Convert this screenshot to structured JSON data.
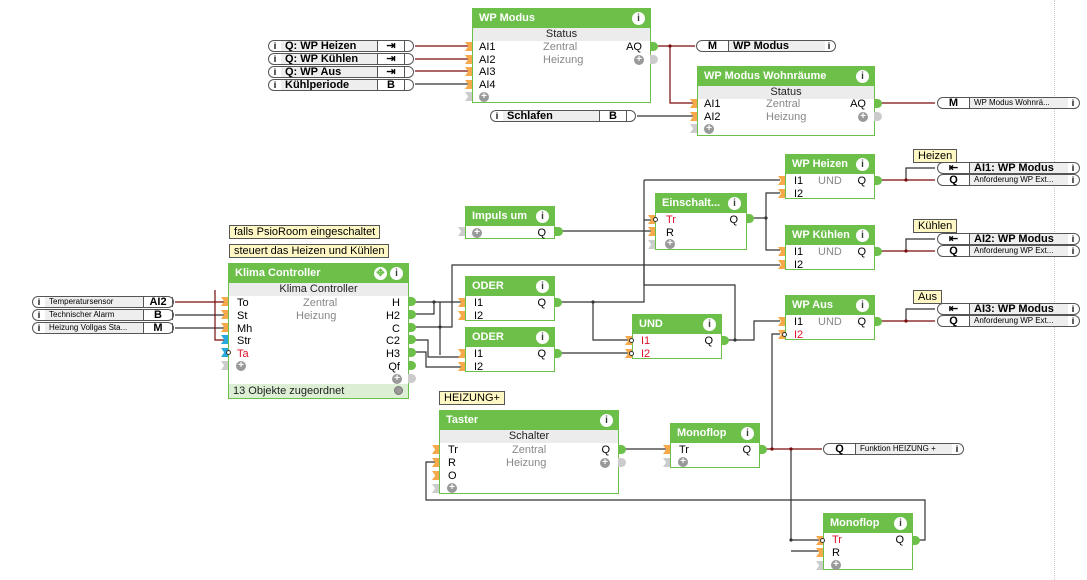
{
  "blocks": {
    "wp_modus": {
      "title": "WP Modus",
      "subtitle": "Status",
      "inputs": [
        "AI1",
        "AI2",
        "AI3",
        "AI4"
      ],
      "mid": [
        "Zentral",
        "Heizung"
      ],
      "output": "AQ"
    },
    "wp_modus_wohn": {
      "title": "WP Modus Wohnräume",
      "subtitle": "Status",
      "inputs": [
        "AI1",
        "AI2"
      ],
      "mid": [
        "Zentral",
        "Heizung"
      ],
      "output": "AQ"
    },
    "klima": {
      "title": "Klima Controller",
      "subtitle": "Klima Controller",
      "inputs": [
        "To",
        "St",
        "Mh",
        "Str",
        "Ta"
      ],
      "mid": [
        "Zentral",
        "Heizung"
      ],
      "outputs": [
        "H",
        "H2",
        "C",
        "C2",
        "H3",
        "Qf"
      ],
      "footer": "13 Objekte zugeordnet"
    },
    "impuls": {
      "title": "Impuls um",
      "output": "Q"
    },
    "einschalt": {
      "title": "Einschalt...",
      "inputs": [
        "Tr",
        "R"
      ],
      "output": "Q"
    },
    "wp_heizen": {
      "title": "WP Heizen",
      "inputs": [
        "I1",
        "I2"
      ],
      "mid": "UND",
      "output": "Q"
    },
    "wp_kuehlen": {
      "title": "WP Kühlen",
      "inputs": [
        "I1",
        "I2"
      ],
      "mid": "UND",
      "output": "Q"
    },
    "wp_aus": {
      "title": "WP Aus",
      "inputs": [
        "I1",
        "I2"
      ],
      "mid": "UND",
      "output": "Q"
    },
    "oder1": {
      "title": "ODER",
      "inputs": [
        "I1",
        "I2"
      ],
      "output": "Q"
    },
    "oder2": {
      "title": "ODER",
      "inputs": [
        "I1",
        "I2"
      ],
      "output": "Q"
    },
    "und": {
      "title": "UND",
      "inputs": [
        "I1",
        "I2"
      ],
      "output": "Q"
    },
    "taster": {
      "title": "Taster",
      "subtitle": "Schalter",
      "inputs": [
        "Tr",
        "R",
        "O"
      ],
      "mid": [
        "Zentral",
        "Heizung"
      ],
      "output": "Q"
    },
    "monoflop1": {
      "title": "Monoflop",
      "inputs": [
        "Tr"
      ],
      "output": "Q"
    },
    "monoflop2": {
      "title": "Monoflop",
      "inputs": [
        "Tr",
        "R"
      ],
      "output": "Q"
    }
  },
  "io_objects": {
    "q_wp_heizen": {
      "label": "Q: WP Heizen",
      "type": "⇥"
    },
    "q_wp_kuehlen": {
      "label": "Q: WP Kühlen",
      "type": "⇥"
    },
    "q_wp_aus": {
      "label": "Q: WP Aus",
      "type": "⇥"
    },
    "kuehlperiode": {
      "label": "Kühlperiode",
      "type": "B"
    },
    "schlafen": {
      "label": "Schlafen",
      "type": "B"
    },
    "out_wp_modus": {
      "label": "WP Modus",
      "type": "M"
    },
    "out_wp_modus_wohn": {
      "label": "WP Modus Wohnrä...",
      "type": "M"
    },
    "temperatursensor": {
      "label": "Temperatursensor",
      "type": "AI2"
    },
    "techn_alarm": {
      "label": "Technischer Alarm",
      "type": "B"
    },
    "heizung_vollgas": {
      "label": "Heizung Vollgas Sta...",
      "type": "M"
    },
    "ai1_wp_modus": {
      "label": "AI1: WP Modus",
      "type": "⇤"
    },
    "anf_heizen": {
      "label": "Anforderung WP Ext...",
      "type": "Q"
    },
    "ai2_wp_modus": {
      "label": "AI2: WP Modus",
      "type": "⇤"
    },
    "anf_kuehlen": {
      "label": "Anforderung WP Ext...",
      "type": "Q"
    },
    "ai3_wp_modus": {
      "label": "AI3: WP Modus",
      "type": "⇤"
    },
    "anf_aus": {
      "label": "Anforderung WP Ext...",
      "type": "Q"
    },
    "funktion_heizung": {
      "label": "Funktion HEIZUNG +",
      "type": "Q"
    }
  },
  "notes": {
    "psioroom": "falls PsioRoom eingeschaltet",
    "steuert": "steuert das Heizen und Kühlen",
    "heizen": "Heizen",
    "kuehlen": "Kühlen",
    "aus": "Aus",
    "heizung_plus": "HEIZUNG+"
  },
  "icons": {
    "info": "i",
    "plus": "+",
    "move": "✥"
  },
  "colors": {
    "block_green": "#6cc04a",
    "wire_dark": "#333333",
    "wire_active": "#7a0a0a",
    "pin_input": "#f5a94a",
    "pin_blue": "#27a9de",
    "note_bg": "#fff8c4",
    "inverted_label": "#e0102a"
  }
}
